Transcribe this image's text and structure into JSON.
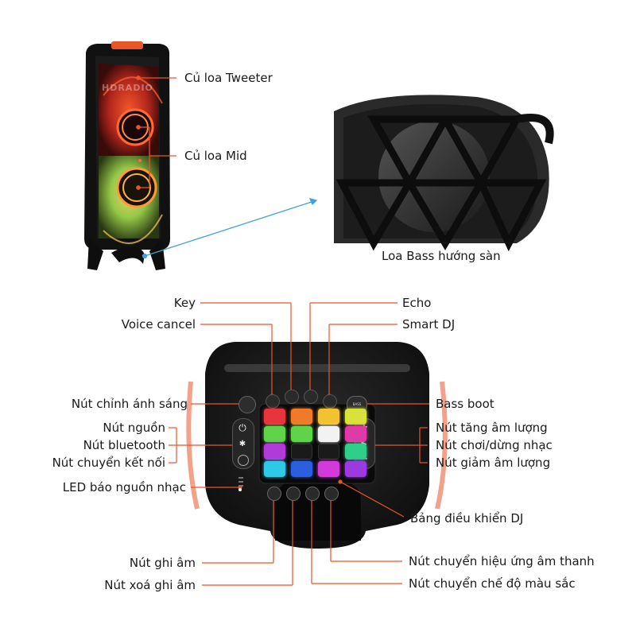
{
  "watermark": "HDRADIO",
  "callouts_top": {
    "tweeter": "Củ loa Tweeter",
    "mid": "Củ loa Mid",
    "bass": "Loa Bass hướng sàn"
  },
  "callouts_panel": {
    "key": "Key",
    "voice_cancel": "Voice cancel",
    "echo": "Echo",
    "smart_dj": "Smart DJ",
    "light": "Nút chỉnh ánh sáng",
    "power": "Nút nguồn",
    "bluetooth": "Nút bluetooth",
    "connect": "Nút chuyển kết nối",
    "led": "LED báo nguồn nhạc",
    "bass_boost": "Bass boot",
    "vol_up": "Nút tăng âm lượng",
    "play_pause": "Nút chơi/dừng nhạc",
    "vol_down": "Nút giảm âm lượng",
    "dj_panel": "Bảng điều khiển DJ",
    "record": "Nút ghi âm",
    "delete_record": "Nút xoá ghi âm",
    "sound_fx": "Nút chuyển hiệu ứng âm thanh",
    "color_mode": "Nút chuyển chế độ màu sắc"
  },
  "button_glyphs": {
    "power": "⏻",
    "bluetooth": "✱",
    "bass_boost": "BASS BOOST",
    "vol_up": "+",
    "play": "▶",
    "vol_down": "−"
  },
  "dj_pads": [
    [
      "#e8343c",
      "#f07a2a",
      "#f2c230",
      "#d9e23a"
    ],
    [
      "#5fd34a",
      "#5fd34a",
      "#f2f2f2",
      "#e03aa8"
    ],
    [
      "#b13ad9",
      "#1a1a1a",
      "#1a1a1a",
      "#2fcf8a"
    ],
    [
      "#2ec9e6",
      "#2b5fe0",
      "#d23ad9",
      "#9b3ae0"
    ]
  ],
  "colors": {
    "accent": "#e8562a",
    "leader_blue": "#3fa3d8",
    "speaker_body": "#141414"
  }
}
